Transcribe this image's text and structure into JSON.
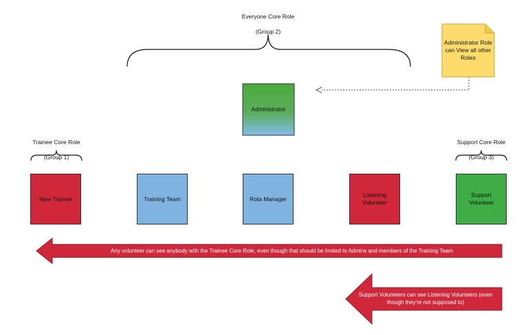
{
  "groups": {
    "everyone": {
      "title": "Everyone Core Role",
      "sub": "(Group 2)"
    },
    "trainee": {
      "title": "Trainee Core Role",
      "sub": "(Group 1)"
    },
    "support": {
      "title": "Support Core Role",
      "sub": "(Group 3)"
    }
  },
  "roles": {
    "administrator": "Administrator",
    "new_trainee": "New Trainee",
    "training_team": "Training Team",
    "rota_manager": "Rota Manager",
    "listening_volunteer": "Listening\nVolunteer",
    "support_volunteer": "Support\nVolunteer"
  },
  "note": "Administrator Role\ncan View all other\nRoles",
  "arrows": {
    "trainee_visibility": "Any volunteer can see anybody with the Trainee Core Role, even though that should be limited to Admins and members of the Training Team",
    "support_visibility": "Support Volunteers can see Listening Volunteers (even\nthough they're not supposed to)"
  },
  "colors": {
    "red": "#d0283a",
    "blue": "#7fb3e0",
    "green": "#3ead45",
    "admin_top": "#4aaa3e",
    "admin_bottom": "#7fb9e8",
    "note": "#ffdc6b",
    "arrow": "#d0283a"
  }
}
